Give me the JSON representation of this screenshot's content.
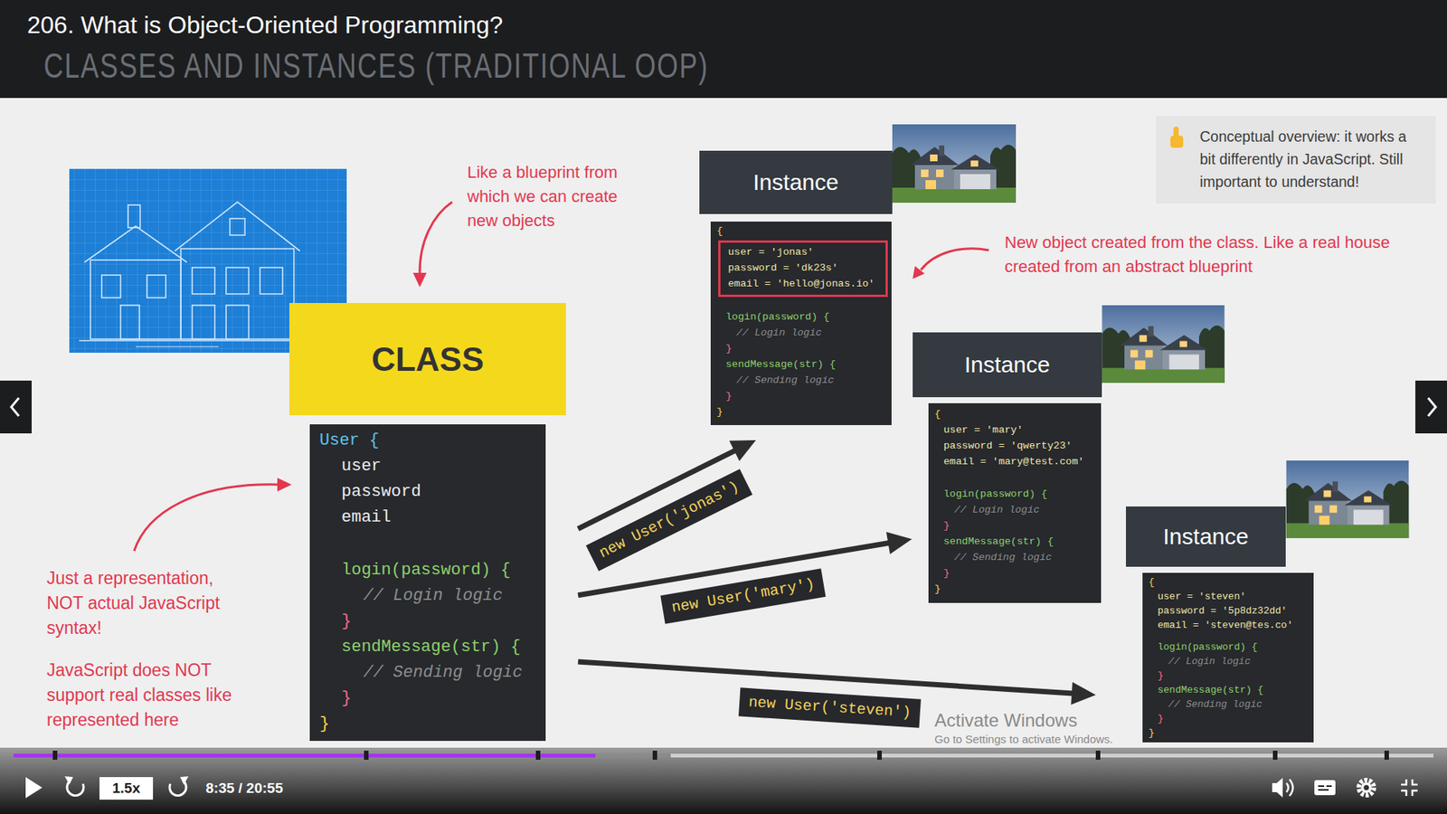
{
  "diagram": {
    "title": "206. What is Object-Oriented Programming?",
    "nodes": [
      {
        "text": [
          "CLASS"
        ]
      },
      {
        "text": [
          "User {",
          "user",
          "password",
          "email",
          "login(password) {",
          "// Login logic",
          "}",
          "sendMessage(str) {",
          "// Sending logic",
          "}",
          "}"
        ]
      },
      {
        "text": [
          "Instance"
        ]
      },
      {
        "text": [
          "{",
          "login(password) {",
          "// Login logic",
          "}",
          "sendMessage(str) {",
          "// Sending logic",
          "}",
          "}"
        ]
      },
      {
        "text": [
          "user = 'jonas'",
          "password = 'dk23s'",
          "email = 'hello@jonas.io'"
        ],
        "in": 3
      },
      {
        "text": [
          "Instance"
        ]
      },
      {
        "text": [
          "{",
          "user = 'mary'",
          "password = 'qwerty23'",
          "email = 'mary@test.com'",
          "login(password) {",
          "// Login logic",
          "}",
          "sendMessage(str) {",
          "// Sending logic",
          "}",
          "}"
        ]
      },
      {
        "text": [
          "Instance"
        ]
      },
      {
        "text": [
          "{",
          "user = 'steven'",
          "password = '5p8dz32dd'",
          "email = 'steven@tes.co'",
          "login(password) {",
          "// Login logic",
          "}",
          "sendMessage(str) {",
          "// Sending logic",
          "}",
          "}"
        ]
      },
      {
        "text": [
          "Conceptual overview: it works a bit differently in JavaScript. Still important to understand!"
        ]
      }
    ],
    "edges": [
      {
        "from": 1,
        "to": 3,
        "arrow": "to",
        "label": "new User('jonas')"
      },
      {
        "from": 1,
        "to": 6,
        "arrow": "to",
        "label": "new User('mary')"
      },
      {
        "from": 1,
        "to": 8,
        "arrow": "to",
        "label": "new User('steven')"
      }
    ],
    "labels": [
      "CLASSES AND INSTANCES (TRADITIONAL OOP)",
      "Like a blueprint from which we can create new objects",
      "New object created from the class. Like a real house created from an abstract blueprint",
      "Just a representation, NOT actual JavaScript syntax!",
      "JavaScript does NOT support real classes like represented here",
      "Activate Windows",
      "Go to Settings to activate Windows.",
      "1.5x",
      "8:35 / 20:55"
    ]
  }
}
